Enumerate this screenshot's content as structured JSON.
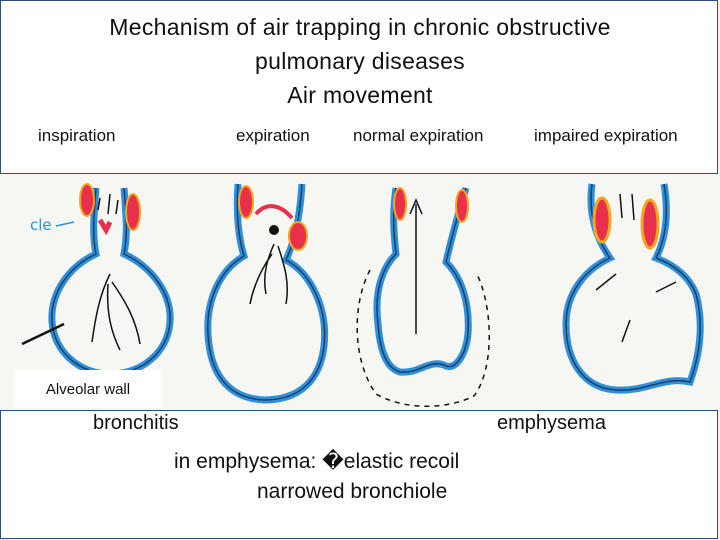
{
  "title": {
    "line1": "Mechanism of air trapping in chronic obstructive",
    "line2": "pulmonary diseases",
    "line3": "Air movement"
  },
  "columns": {
    "inspiration": "inspiration",
    "expiration": "expiration",
    "normal_expiration": "normal expiration",
    "impaired_expiration": "impaired expiration"
  },
  "drawing": {
    "muscle_label": "cle",
    "alveolar_wall_label": "Alveolar wall"
  },
  "bottom": {
    "bronchitis": "bronchitis",
    "emphysema": "emphysema",
    "line1": "in emphysema: �elastic recoil",
    "line2": "narrowed bronchiole"
  },
  "colors": {
    "wall_blue": "#2f8fd8",
    "wall_dark": "#1a3f6b",
    "muscle_red": "#e8304a",
    "muscle_orange": "#f2a622",
    "frame": "#2a4f7a"
  }
}
